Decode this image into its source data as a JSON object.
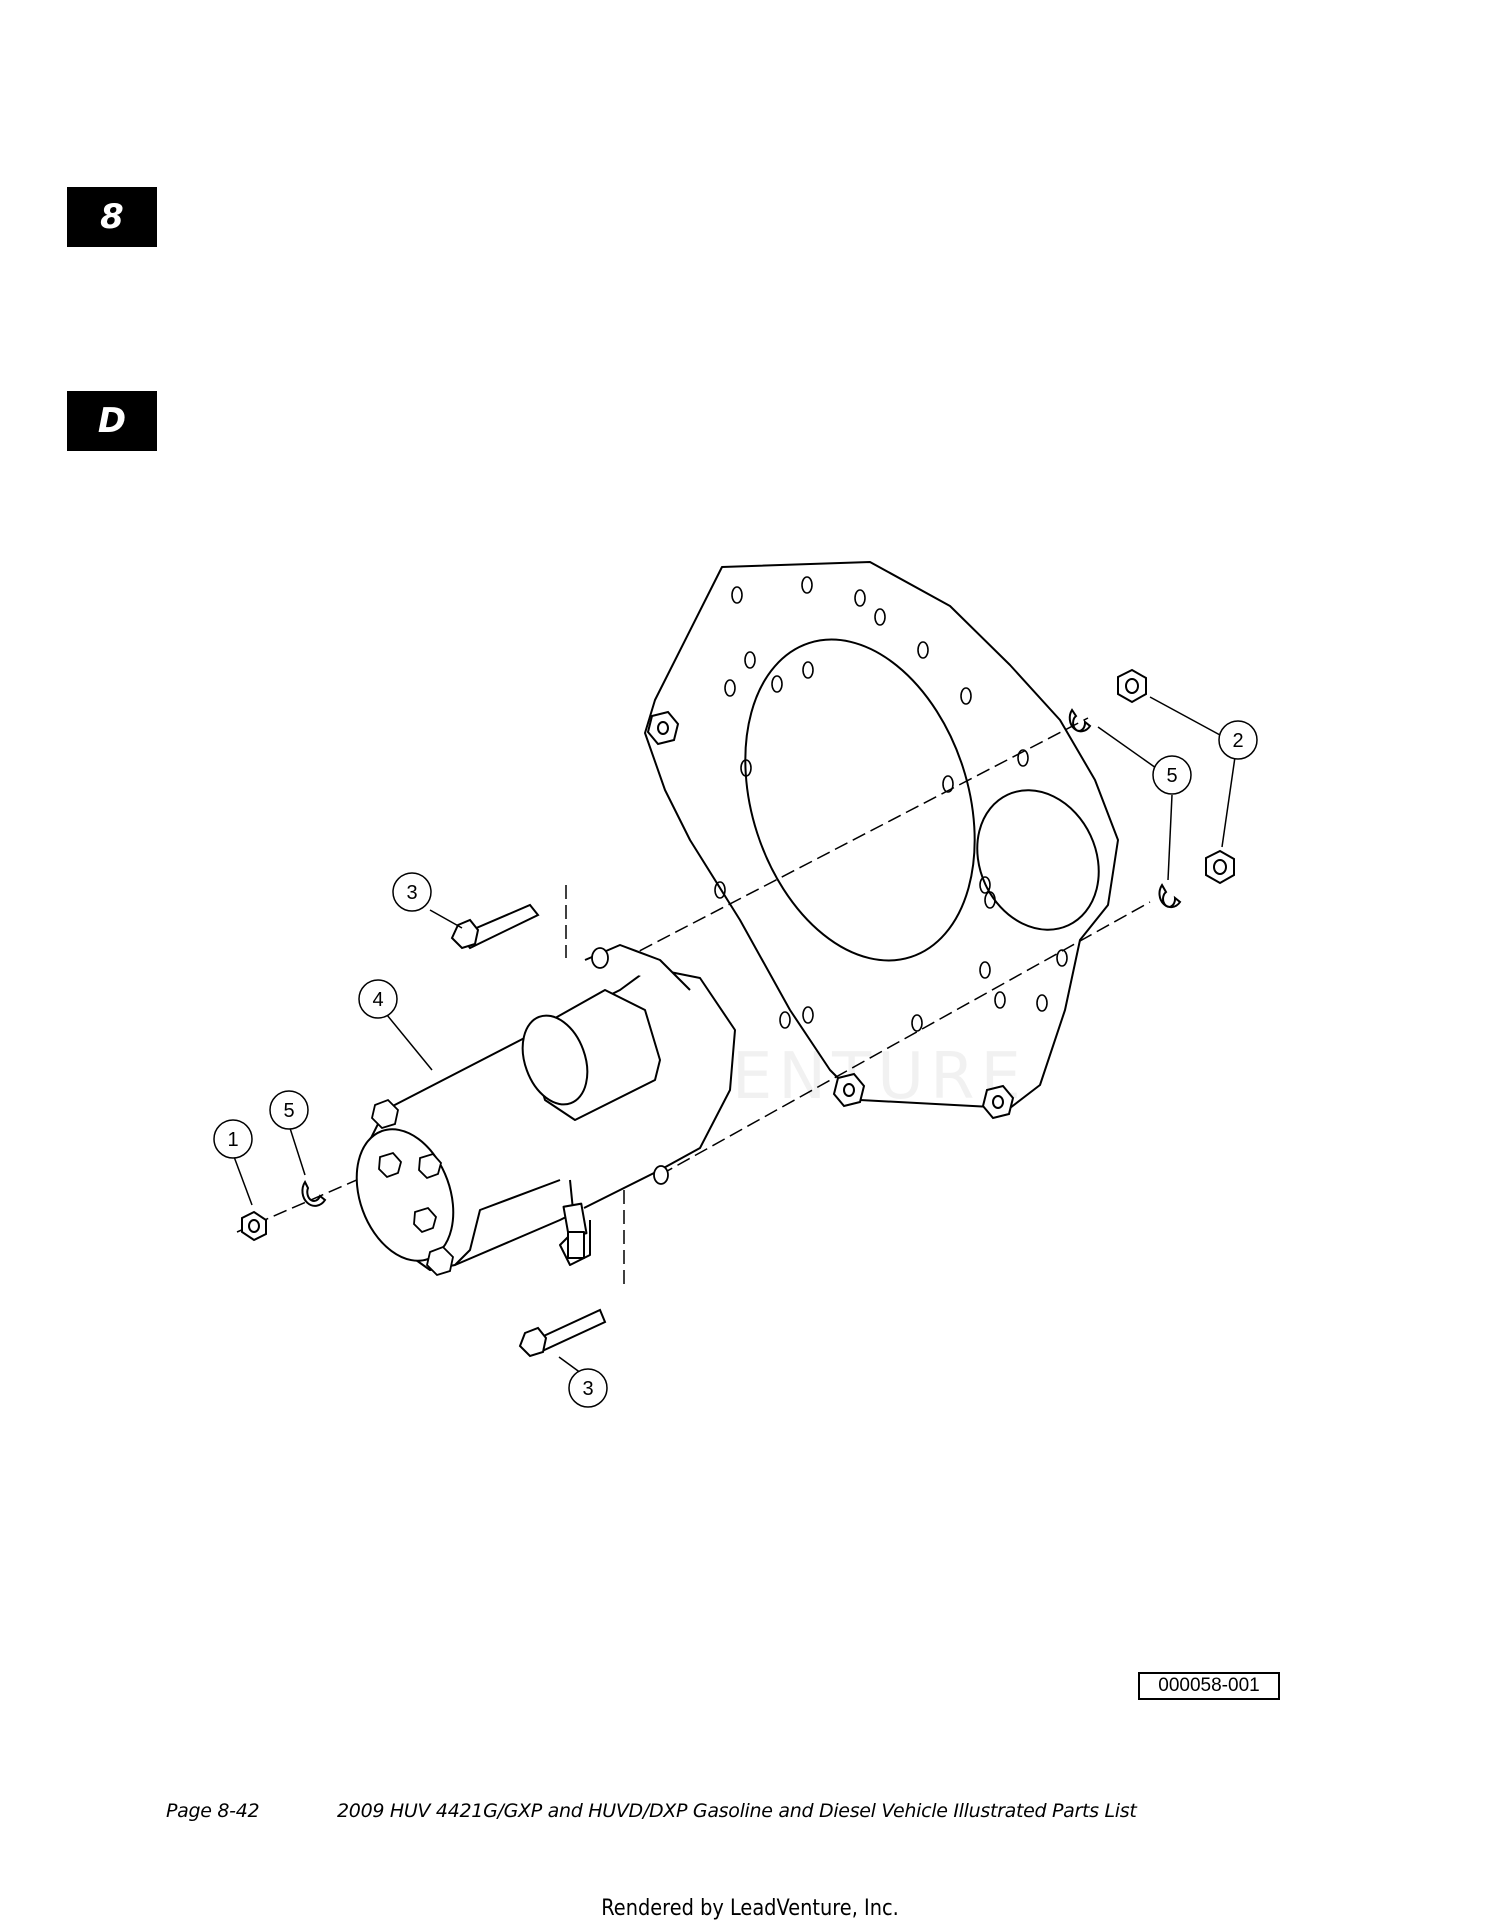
{
  "tabs": {
    "section": "8",
    "letter": "D"
  },
  "callouts": [
    {
      "id": "nut-front",
      "label": "1"
    },
    {
      "id": "nut-top",
      "label": "2"
    },
    {
      "id": "bolt-upper",
      "label": "3"
    },
    {
      "id": "starter",
      "label": "4"
    },
    {
      "id": "washer-front",
      "label": "5"
    },
    {
      "id": "washer-back",
      "label": "5"
    },
    {
      "id": "bolt-lower",
      "label": "3"
    }
  ],
  "figure_number": "000058-001",
  "footer": {
    "page": "Page 8-42",
    "title": "2009 HUV 4421G/GXP and HUVD/DXP Gasoline and Diesel Vehicle Illustrated Parts List"
  },
  "rendered_by": "Rendered by LeadVenture, Inc.",
  "watermark": "LEADVENTURE"
}
